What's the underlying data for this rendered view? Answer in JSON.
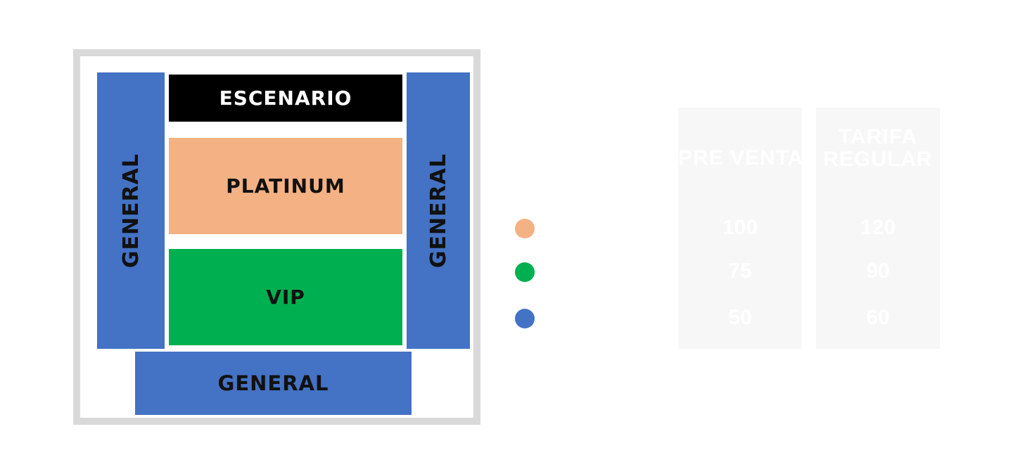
{
  "venue": {
    "stage_label": "ESCENARIO",
    "platinum_label": "PLATINUM",
    "vip_label": "VIP",
    "general_left_label": "GENERAL",
    "general_right_label": "GENERAL",
    "general_bottom_label": "GENERAL"
  },
  "colors": {
    "stage": "#000000",
    "platinum": "#f4b183",
    "vip": "#00b050",
    "general": "#4472c4",
    "border": "#d9d9d9"
  },
  "legend": {
    "items": [
      {
        "zone": "platinum",
        "color": "#f4b183",
        "icon": "circle"
      },
      {
        "zone": "vip",
        "color": "#00b050",
        "icon": "circle"
      },
      {
        "zone": "general",
        "color": "#4472c4",
        "icon": "circle"
      }
    ]
  },
  "pricing": {
    "cards": [
      {
        "title_line1": "PRE VENTA",
        "title_line2": "",
        "price_platinum": "100",
        "price_vip": "75",
        "price_general": "50"
      },
      {
        "title_line1": "TARIFA",
        "title_line2": "REGULAR",
        "price_platinum": "120",
        "price_vip": "90",
        "price_general": "60"
      }
    ]
  }
}
